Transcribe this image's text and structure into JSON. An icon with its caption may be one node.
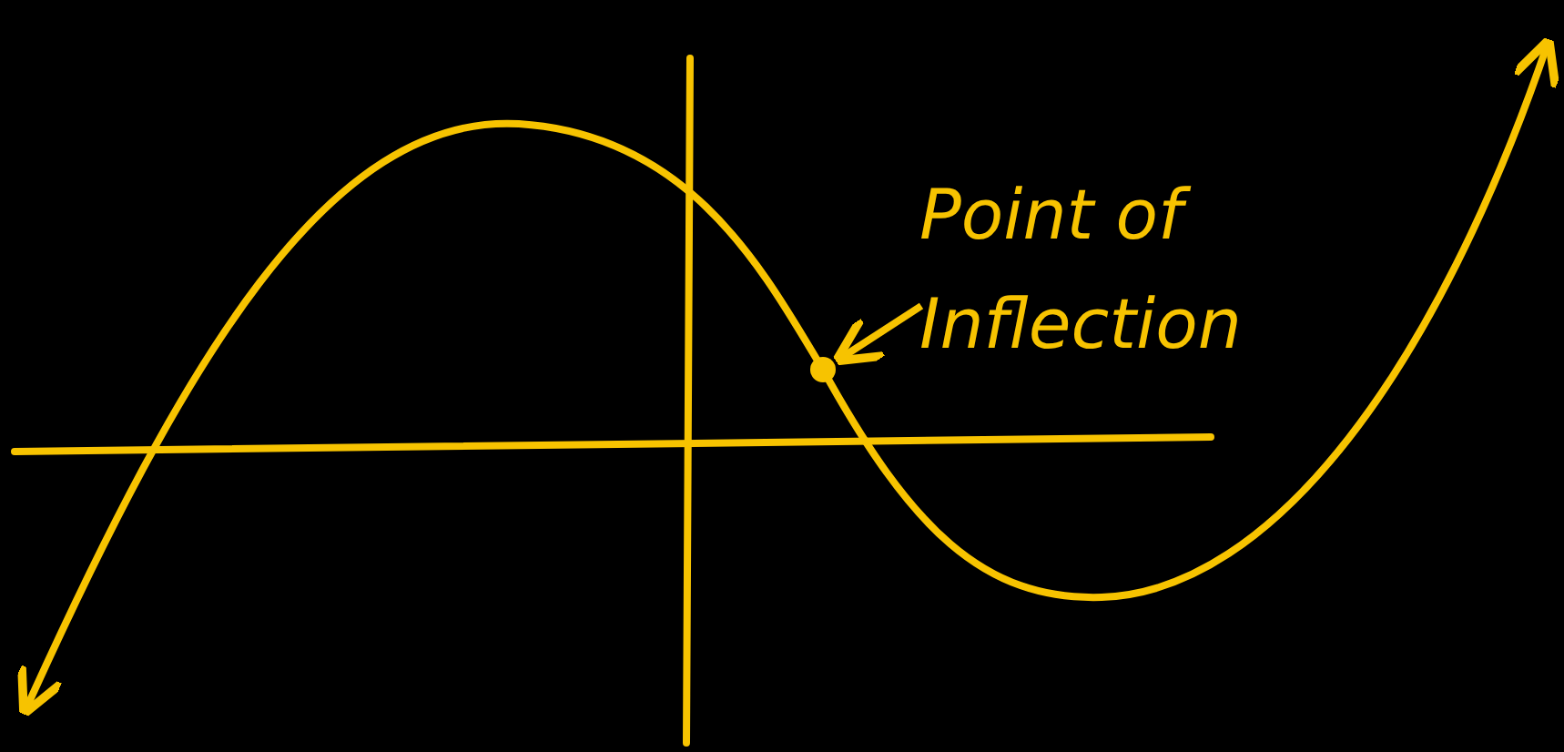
{
  "diagram": {
    "nodes": [
      {
        "text": [
          "Point of Inflection"
        ]
      },
      {
        "text": [],
        "shape": "circle"
      }
    ],
    "edges": [
      {
        "from": 0,
        "to": 1,
        "arrow": "to"
      }
    ]
  }
}
